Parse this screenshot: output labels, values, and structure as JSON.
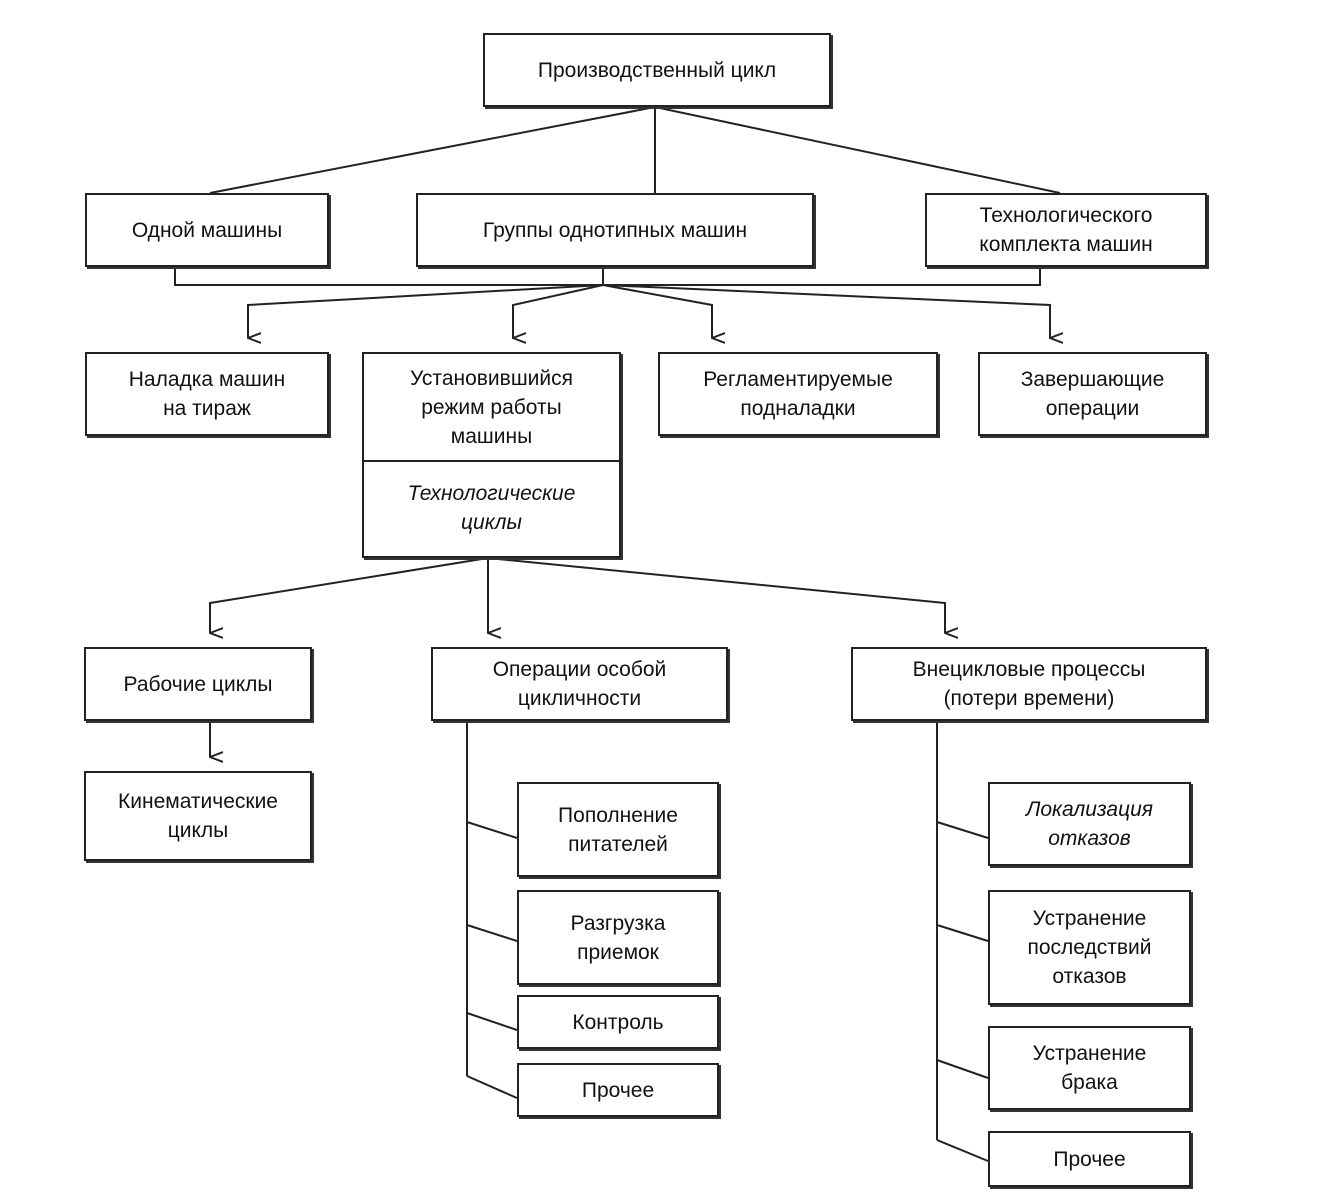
{
  "diagram": {
    "root": "Производственный цикл",
    "level1": [
      "Одной машины",
      "Группы однотипных машин",
      "Технологического\nкомплекта машин"
    ],
    "level2": [
      "Наладка машин\nна тираж",
      "Установившийся\nрежим работы\nмашины",
      "Регламентируемые\nподналадки",
      "Завершающие\nоперации"
    ],
    "tech_cycles": "Технологические\nциклы",
    "level3": [
      "Рабочие циклы",
      "Операции особой\nцикличности",
      "Внецикловые процессы\n(потери времени)"
    ],
    "kinematic": "Кинематические\nциклы",
    "special_ops": [
      "Пополнение\nпитателей",
      "Разгрузка\nприемок",
      "Контроль",
      "Прочее"
    ],
    "non_cyclic": [
      "Локализация\nотказов",
      "Устранение\nпоследствий\nотказов",
      "Устранение\nбрака",
      "Прочее"
    ]
  }
}
